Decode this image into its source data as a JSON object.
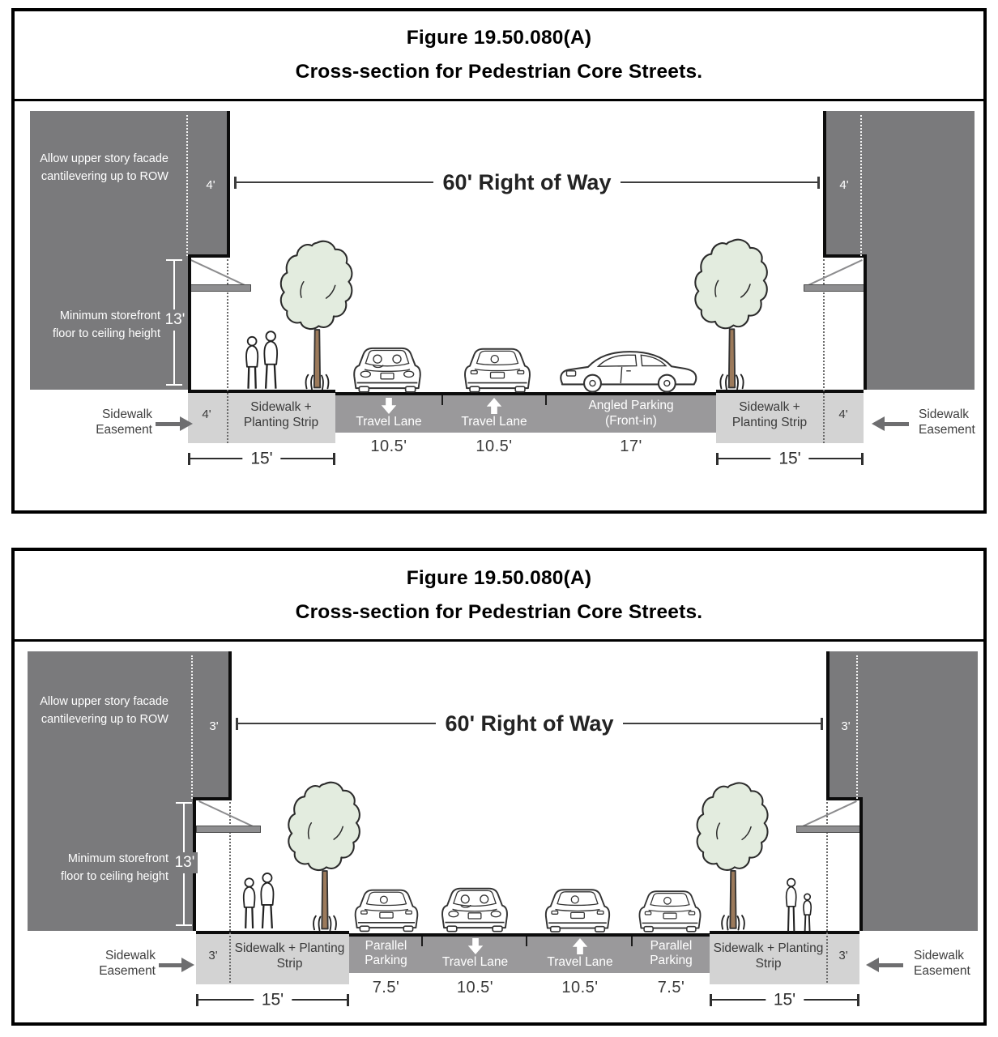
{
  "colors": {
    "building": "#7a7a7c",
    "roadway": "#9a999b",
    "sidewalk": "#d3d3d3",
    "canopy": "#e3ecdf",
    "trunk": "#9c7a5b",
    "arrow": "#6e6e70",
    "ink": "#3a3a3a"
  },
  "figures": [
    {
      "title": "Figure 19.50.080(A)",
      "subtitle": "Cross-section for Pedestrian Core Streets.",
      "right_of_way_label": "60' Right of Way",
      "cantilever_note": "Allow upper story facade cantilevering up to ROW",
      "cantilever_left": "4'",
      "cantilever_right": "4'",
      "storefront_note": "Minimum storefront floor to ceiling height",
      "storefront_height": "13'",
      "easement_left_label": "Sidewalk Easement",
      "easement_right_label": "Sidewalk Easement",
      "sidewalk_left": {
        "easement_width": "4'",
        "label": "Sidewalk + Planting Strip",
        "total_width": "15'"
      },
      "sidewalk_right": {
        "easement_width": "4'",
        "label": "Sidewalk + Planting Strip",
        "total_width": "15'"
      },
      "lanes": [
        {
          "label": "Travel Lane",
          "direction": "down",
          "width": "10.5'"
        },
        {
          "label": "Travel Lane",
          "direction": "up",
          "width": "10.5'"
        },
        {
          "label": "Angled Parking",
          "sublabel": "(Front-in)",
          "width": "17'"
        }
      ]
    },
    {
      "title": "Figure 19.50.080(A)",
      "subtitle": "Cross-section for Pedestrian Core Streets.",
      "right_of_way_label": "60' Right of Way",
      "cantilever_note": "Allow upper story facade cantilevering up to ROW",
      "cantilever_left": "3'",
      "cantilever_right": "3'",
      "storefront_note": "Minimum storefront floor to ceiling height",
      "storefront_height": "13'",
      "easement_left_label": "Sidewalk Easement",
      "easement_right_label": "Sidewalk Easement",
      "sidewalk_left": {
        "easement_width": "3'",
        "label": "Sidewalk + Planting Strip",
        "total_width": "15'"
      },
      "sidewalk_right": {
        "easement_width": "3'",
        "label": "Sidewalk + Planting Strip",
        "total_width": "15'"
      },
      "lanes": [
        {
          "label": "Parallel Parking",
          "width": "7.5'"
        },
        {
          "label": "Travel Lane",
          "direction": "down",
          "width": "10.5'"
        },
        {
          "label": "Travel Lane",
          "direction": "up",
          "width": "10.5'"
        },
        {
          "label": "Parallel Parking",
          "width": "7.5'"
        }
      ]
    }
  ]
}
